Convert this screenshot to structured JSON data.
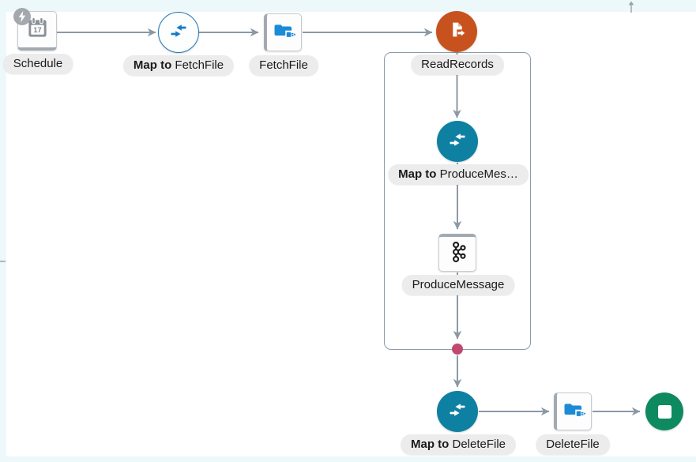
{
  "app": {
    "description": "Integration flow designer canvas",
    "colors": {
      "map_node_fill": "#0e81a2",
      "map_node_outline": "#2277b8",
      "map_icon_blue": "#1779c4",
      "start_orange": "#c8521e",
      "end_green": "#0d8a5f",
      "junction_pink": "#c1486f",
      "edge_gray": "#8b99a6",
      "connector_blue": "#1b8bd7",
      "label_bg": "#ececec",
      "canvas_gutter": "#edf8fb"
    },
    "icons": {
      "schedule": "calendar-icon",
      "schedule_badge": "lightning-bolt-icon",
      "map": "merge-arrows-icon",
      "file_connector": "folder-plug-icon",
      "read": "file-export-icon",
      "produce": "kafka-topology-icon",
      "end": "stop-square-icon",
      "scroll": "scroll-up-arrow-icon"
    }
  },
  "nodes": {
    "schedule": {
      "label": "Schedule",
      "calendar_day": "17"
    },
    "map_fetchfile": {
      "label_bold": "Map to ",
      "label_rest": "FetchFile"
    },
    "fetchfile": {
      "label": "FetchFile"
    },
    "readrecords": {
      "label": "ReadRecords"
    },
    "map_producemessage": {
      "label_bold": "Map to ",
      "label_rest": "ProduceMes…"
    },
    "producemessage": {
      "label": "ProduceMessage"
    },
    "map_deletefile": {
      "label_bold": "Map to ",
      "label_rest": "DeleteFile"
    },
    "deletefile": {
      "label": "DeleteFile"
    }
  },
  "edges": [
    {
      "from": "Schedule",
      "to": "Map to FetchFile"
    },
    {
      "from": "Map to FetchFile",
      "to": "FetchFile"
    },
    {
      "from": "FetchFile",
      "to": "ReadRecords"
    },
    {
      "from": "ReadRecords",
      "to": "Map to ProduceMessage"
    },
    {
      "from": "Map to ProduceMessage",
      "to": "ProduceMessage"
    },
    {
      "from": "ProduceMessage",
      "to": "junction"
    },
    {
      "from": "junction",
      "to": "Map to DeleteFile"
    },
    {
      "from": "Map to DeleteFile",
      "to": "DeleteFile"
    },
    {
      "from": "DeleteFile",
      "to": "End"
    }
  ]
}
